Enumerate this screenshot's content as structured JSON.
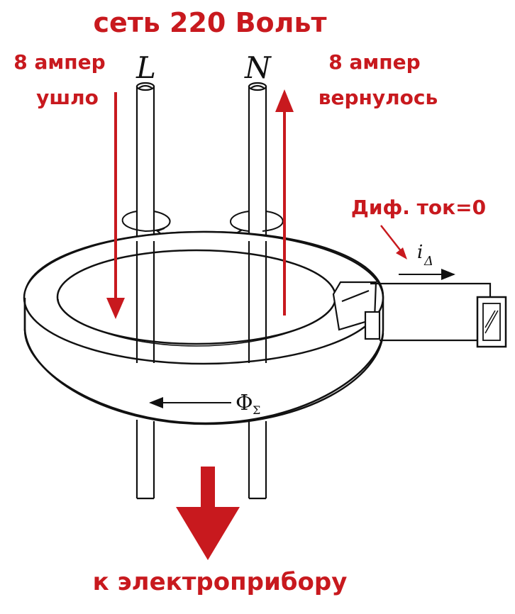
{
  "title": "сеть 220 Вольт",
  "left_label_line1": "8 ампер",
  "left_label_line2": "ушло",
  "right_label_line1": "8 ампер",
  "right_label_line2": "вернулось",
  "wire_left_label": "L",
  "wire_right_label": "N",
  "diff_label": "Диф. ток=0",
  "current_symbol": "i",
  "current_subscript": "Δ",
  "flux_symbol": "Φ",
  "flux_subscript": "Σ",
  "bottom_label": "к электроприбору",
  "colors": {
    "accent": "#c8191e",
    "line": "#111111"
  },
  "icons": {
    "core": "toroidal-core-icon",
    "coil": "secondary-coil-icon",
    "relay": "relay-coil-icon"
  }
}
